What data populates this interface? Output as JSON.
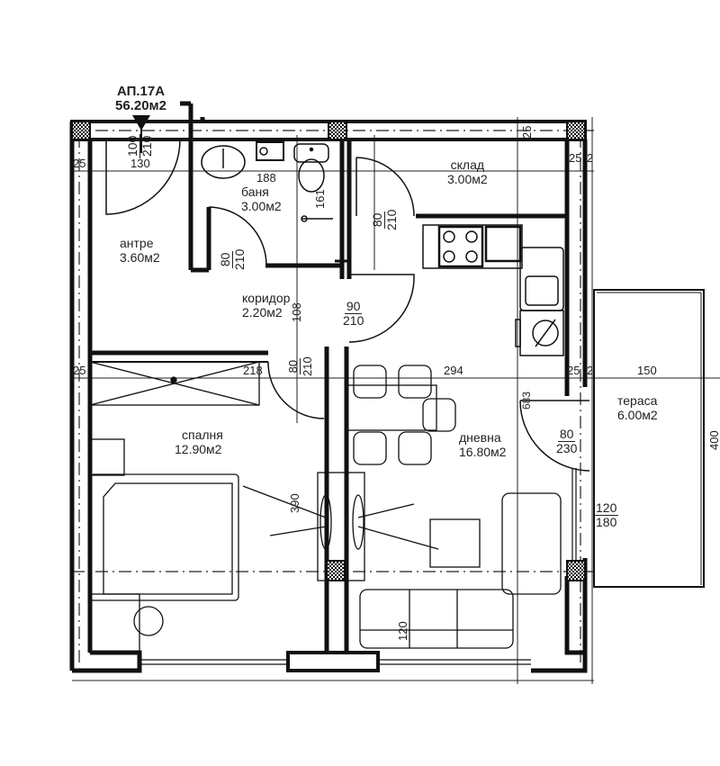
{
  "apartment": {
    "label": "АП.17А",
    "total_area": "56.20м2"
  },
  "rooms": [
    {
      "id": "antre",
      "name": "антре",
      "area": "3.60м2"
    },
    {
      "id": "banya",
      "name": "баня",
      "area": "3.00м2"
    },
    {
      "id": "sklad",
      "name": "склад",
      "area": "3.00м2"
    },
    {
      "id": "koridor",
      "name": "коридор",
      "area": "2.20м2"
    },
    {
      "id": "spalnya",
      "name": "спалня",
      "area": "12.90м2"
    },
    {
      "id": "dnevna",
      "name": "дневна",
      "area": "16.80м2"
    },
    {
      "id": "terasa",
      "name": "тераса",
      "area": "6.00м2"
    }
  ],
  "doors": [
    {
      "id": "entrance",
      "width": "100",
      "height": "210"
    },
    {
      "id": "bathroom",
      "width": "80",
      "height": "210"
    },
    {
      "id": "storage",
      "width": "80",
      "height": "210"
    },
    {
      "id": "living",
      "width": "90",
      "height": "210"
    },
    {
      "id": "bedroom",
      "width": "80",
      "height": "210"
    },
    {
      "id": "terrace",
      "width": "80",
      "height": "230"
    }
  ],
  "windows": [
    {
      "id": "living-side",
      "width": "120",
      "height": "180"
    }
  ],
  "dimensions": {
    "d130": "130",
    "d188": "188",
    "d161": "161",
    "d108": "108",
    "d25a": "25",
    "d25b": "25",
    "d25c": "25",
    "d25d": "25",
    "d25e": "25",
    "d218": "218",
    "d294": "294",
    "d150": "150",
    "d400": "400",
    "d390": "390",
    "d683": "683",
    "d120": "120",
    "d2a": "2",
    "d2b": "2",
    "d2c": "2"
  }
}
